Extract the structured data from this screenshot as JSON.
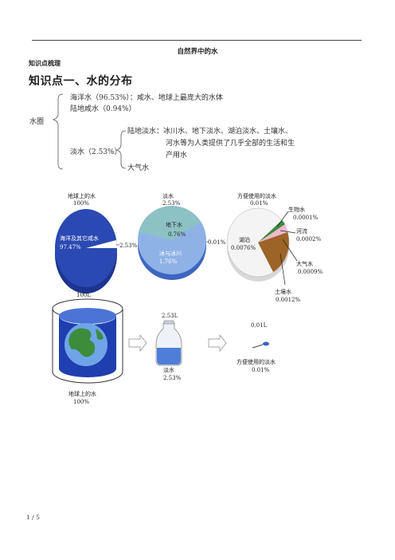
{
  "header": {
    "title": "自然界中的水"
  },
  "section": {
    "label": "知识点梳理",
    "heading": "知识点一、水的分布"
  },
  "tree": {
    "root": "水圈",
    "ocean": "海洋水（96.53%）：咸水、地球上最庞大的水体",
    "land_salt": "陆地咸水（0.94%）",
    "fresh": "淡水（2.53%）",
    "land_fresh_line1": "陆地淡水：冰川水、地下淡水、湖泊淡水、土壤水、",
    "land_fresh_line2": "河水等为人类提供了几乎全部的生活和生",
    "land_fresh_line3": "产用水",
    "atmosphere": "大气水"
  },
  "pies": {
    "p1": {
      "title": "地球上的水",
      "title_value": "100%",
      "main_label": "海洋及其它咸水",
      "main_value": "97.47%",
      "side_value": "2.53%"
    },
    "p2": {
      "title": "淡水",
      "title_value": "2.53%",
      "groundwater_label": "地下水",
      "groundwater_value": "0.76%",
      "ice_label": "冰与冰川",
      "ice_value": "1.76%",
      "side_value": "0.01%"
    },
    "p3": {
      "title": "方便使用的淡水",
      "title_value": "0.01%",
      "lake_label": "湖泊",
      "lake_value": "0.0076%",
      "bio_label": "生物水",
      "bio_value": "0.0001%",
      "river_label": "河流",
      "river_value": "0.0002%",
      "air_label": "大气水",
      "air_value": "0.0009%",
      "soil_label": "土壤水",
      "soil_value": "0.0012%"
    }
  },
  "bottom": {
    "vol1": "100L",
    "cap1_line1": "地球上的水",
    "cap1_line2": "100%",
    "vol2": "2.53L",
    "cap2_line1": "淡水",
    "cap2_line2": "2.53%",
    "vol3": "0.01L",
    "cap3_line1": "方便使用的淡水",
    "cap3_line2": "0.01%"
  },
  "footer": {
    "page": "1 / 5"
  },
  "colors": {
    "ocean_blue": "#2a49b3",
    "teal": "#8cc2c4",
    "light_blue": "#8fb2e6",
    "brown": "#9c6426",
    "pink": "#f0b8d0",
    "green": "#3c8c3c"
  }
}
